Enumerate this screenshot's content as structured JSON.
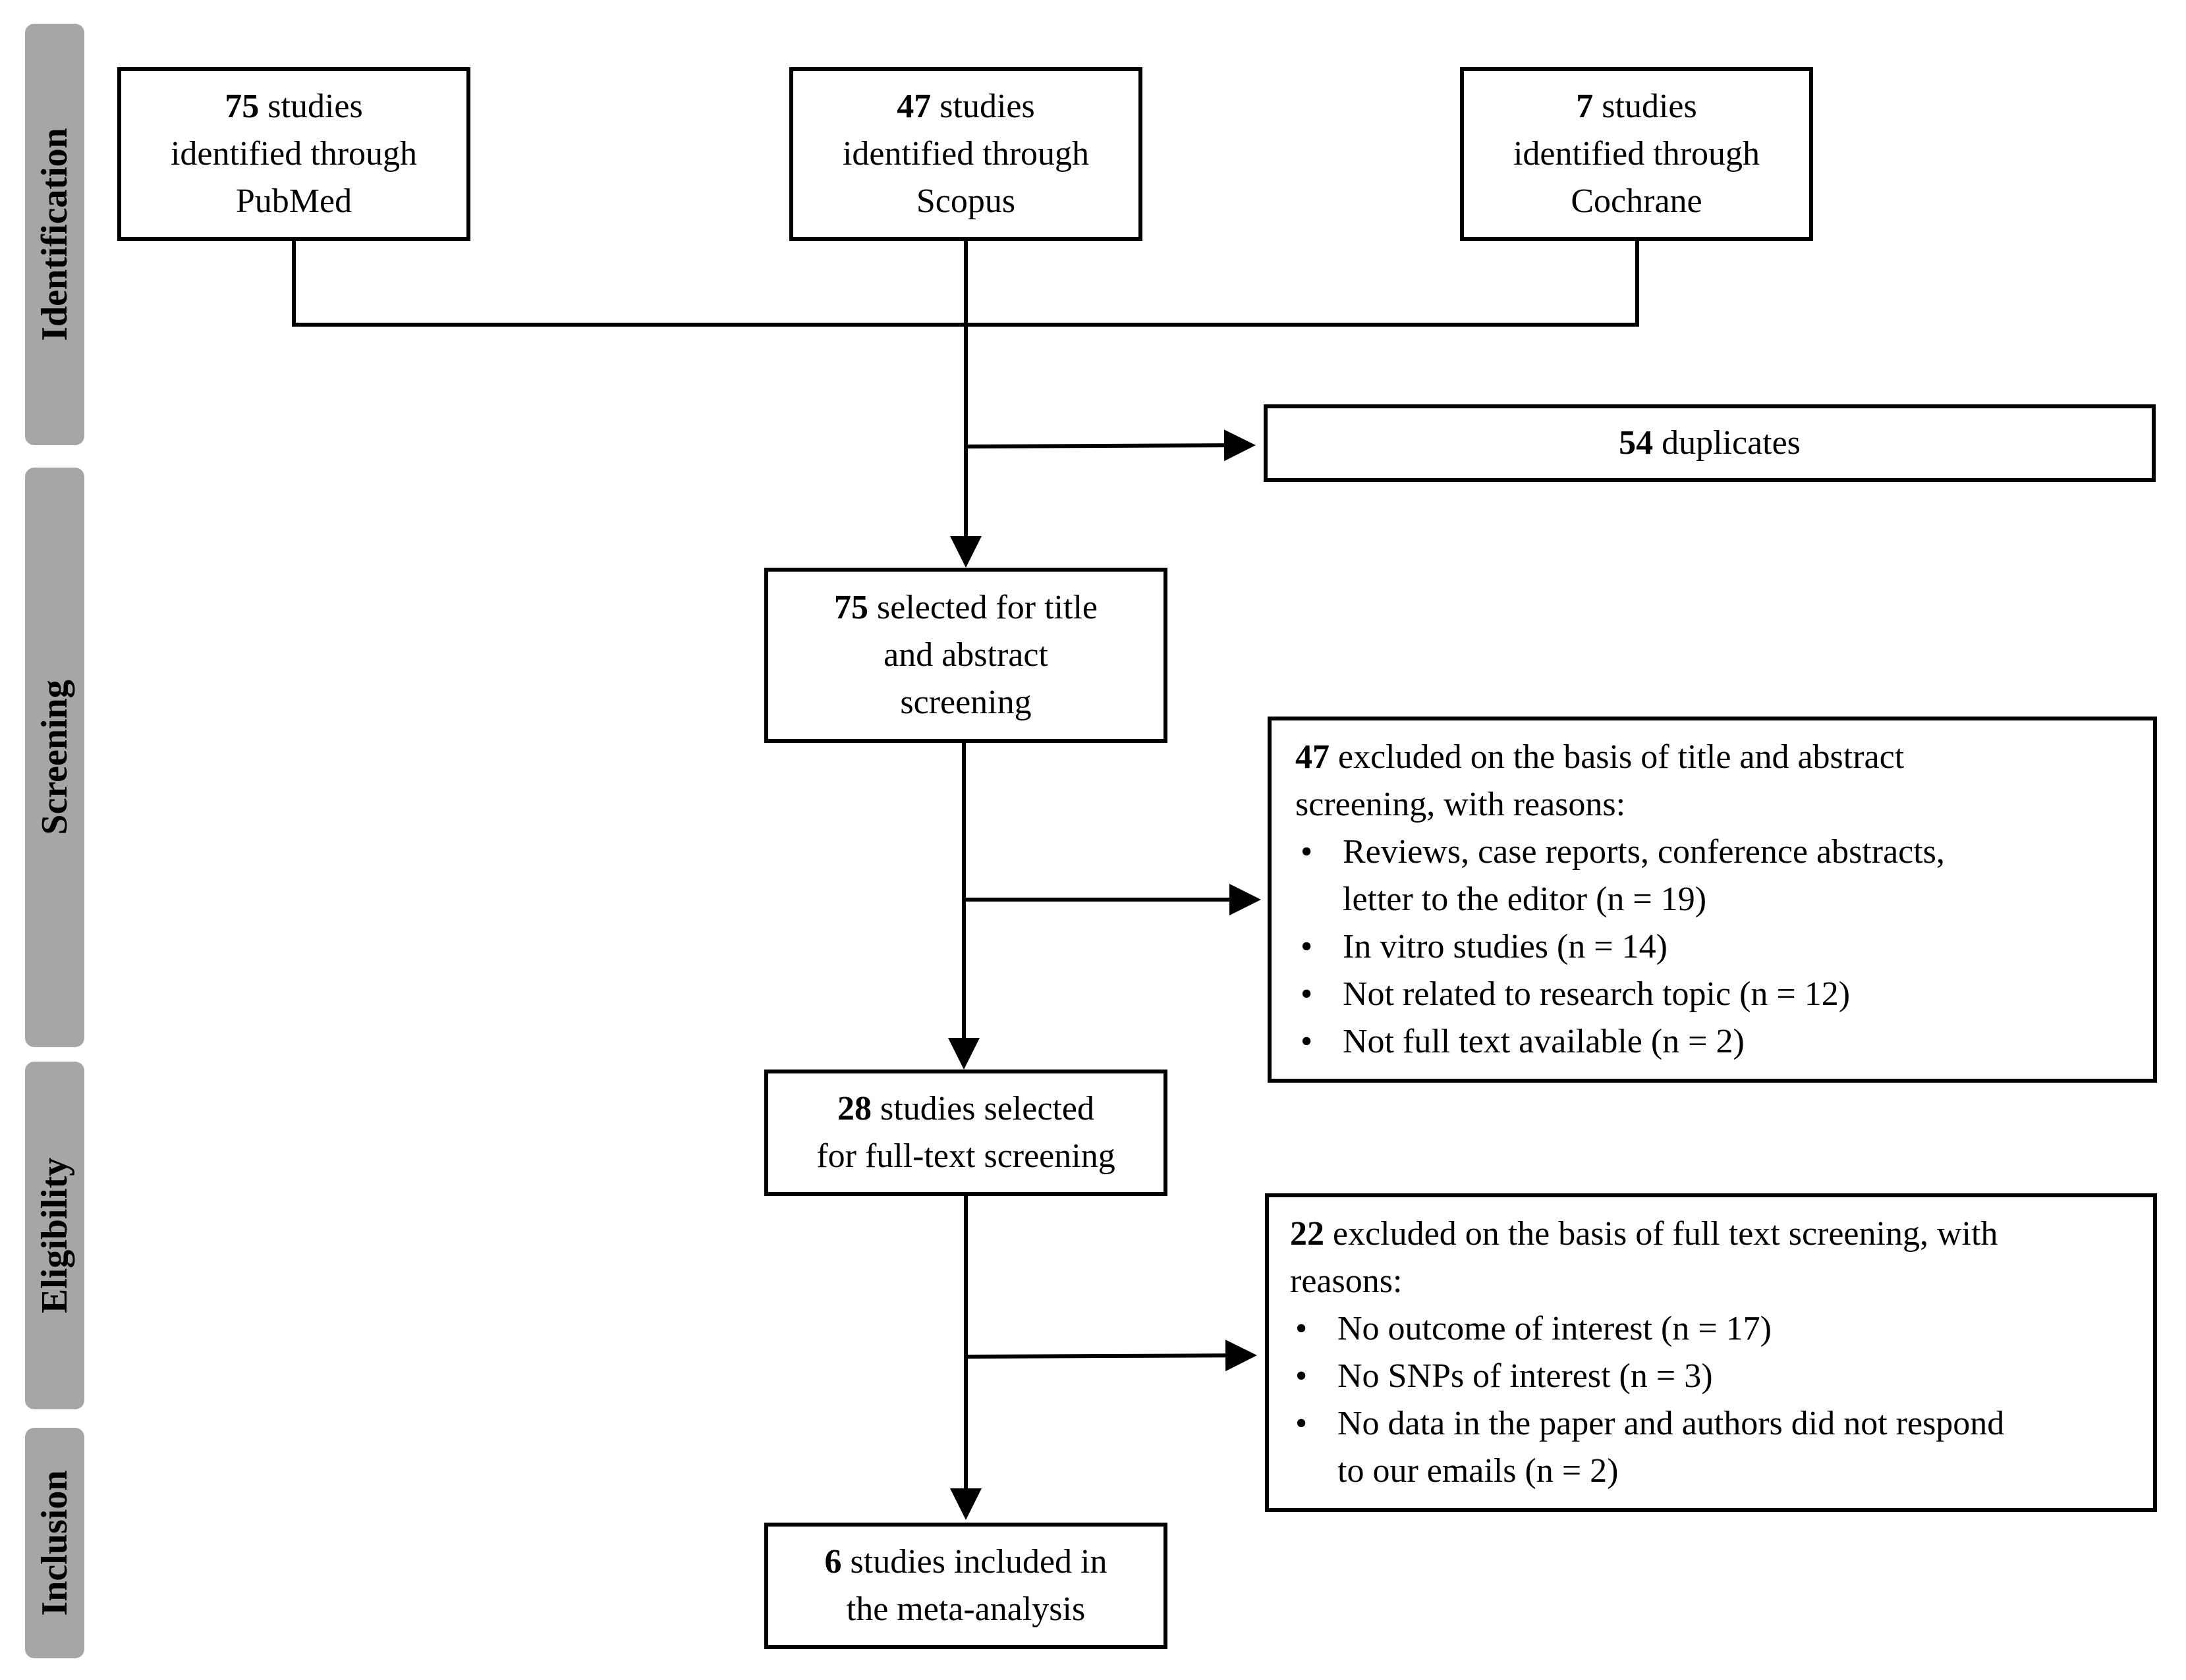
{
  "stages": {
    "identification": "Identification",
    "screening": "Screening",
    "eligibility": "Eligibility",
    "inclusion": "Inclusion"
  },
  "sources": [
    {
      "count": "75",
      "text_after": "studies",
      "line2": "identified through",
      "line3": "PubMed"
    },
    {
      "count": "47",
      "text_after": "studies",
      "line2": "identified through",
      "line3": "Scopus"
    },
    {
      "count": "7",
      "text_after": "studies",
      "line2": "identified through",
      "line3": "Cochrane"
    }
  ],
  "duplicates": {
    "count": "54",
    "text": "duplicates"
  },
  "title_abstract": {
    "count": "75",
    "line1": "selected for title",
    "line2": "and abstract",
    "line3": "screening"
  },
  "exclusion_1": {
    "count": "47",
    "line1": "excluded on the basis of title and abstract",
    "line2": "screening, with reasons:",
    "bullet": "•",
    "reasons": [
      {
        "line1": "Reviews, case reports, conference abstracts,",
        "line2": "letter to the editor (n = 19)"
      },
      {
        "line1": "In vitro studies (n  = 14)",
        "line2": ""
      },
      {
        "line1": "Not related to research topic (n = 12)",
        "line2": ""
      },
      {
        "line1": "Not full text available (n = 2)",
        "line2": ""
      }
    ]
  },
  "full_text": {
    "count": "28",
    "line1": "studies selected",
    "line2": "for full-text screening"
  },
  "exclusion_2": {
    "count": "22",
    "line1": "excluded on the basis of full text screening, with",
    "line2": "reasons:",
    "bullet": "•",
    "reasons": [
      {
        "line1": "No outcome of interest (n = 17)",
        "line2": ""
      },
      {
        "line1": "No SNPs of interest (n  = 3)",
        "line2": ""
      },
      {
        "line1": "No data in the paper and authors did not respond",
        "line2": "to our emails (n = 2)"
      }
    ]
  },
  "included": {
    "count": "6",
    "line1": "studies included in",
    "line2": "the meta-analysis"
  }
}
